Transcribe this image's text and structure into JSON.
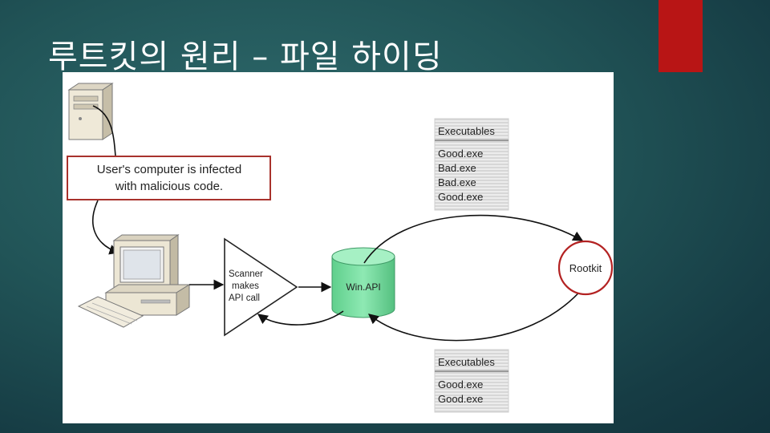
{
  "slide": {
    "title": "루트킷의 원리 – 파일 하이딩",
    "accent_color": "#b81515"
  },
  "diagram": {
    "infected_box": {
      "line1": "User's computer is infected",
      "line2": "with malicious code."
    },
    "scanner": {
      "line1": "Scanner",
      "line2": "makes",
      "line3": "API call"
    },
    "winapi_label": "Win.API",
    "rootkit_label": "Rootkit",
    "executables_top": {
      "header": "Executables",
      "items": [
        "Good.exe",
        "Bad.exe",
        "Bad.exe",
        "Good.exe"
      ]
    },
    "executables_bottom": {
      "header": "Executables",
      "items": [
        "Good.exe",
        "Good.exe"
      ]
    },
    "colors": {
      "box_border": "#a8322c",
      "winapi_fill": "#7fe0a6",
      "rootkit_border": "#b32222"
    }
  }
}
